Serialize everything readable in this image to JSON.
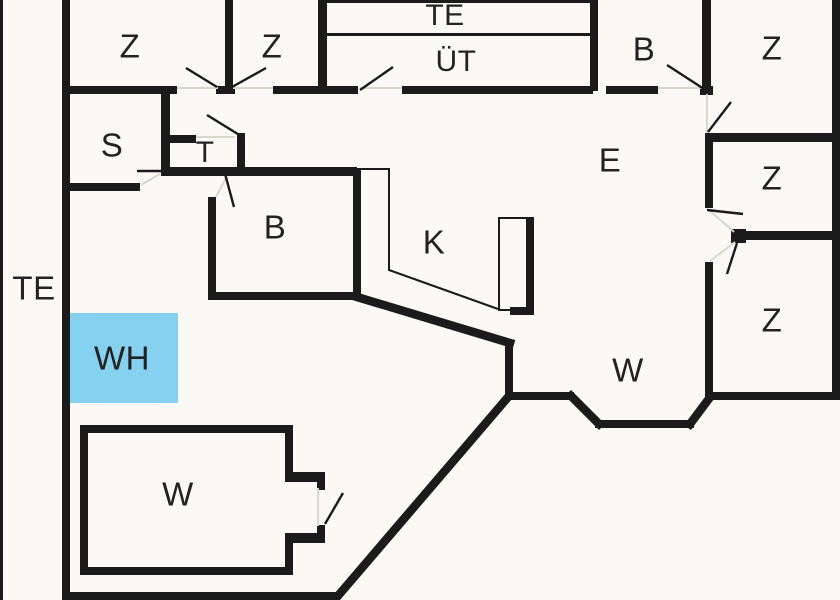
{
  "plan": {
    "background": "#faf9f5",
    "wall_color": "#1b1b1b",
    "opening_line_color": "#d9d6cd",
    "label_color": "#222222",
    "highlight_fill": "#85d1ef",
    "labels": [
      {
        "id": "z-top-left",
        "text": "Z"
      },
      {
        "id": "z-top-middle",
        "text": "Z"
      },
      {
        "id": "te-top-balcony",
        "text": "TE"
      },
      {
        "id": "uet-room",
        "text": "ÜT"
      },
      {
        "id": "b-top-right",
        "text": "B"
      },
      {
        "id": "z-top-right",
        "text": "Z"
      },
      {
        "id": "s-room",
        "text": "S"
      },
      {
        "id": "t-room",
        "text": "T"
      },
      {
        "id": "e-hall",
        "text": "E"
      },
      {
        "id": "z-mid-right",
        "text": "Z"
      },
      {
        "id": "b-middle",
        "text": "B"
      },
      {
        "id": "k-kitchen",
        "text": "K"
      },
      {
        "id": "te-left-terrace",
        "text": "TE"
      },
      {
        "id": "z-lower-right",
        "text": "Z"
      },
      {
        "id": "wh-highlight",
        "text": "WH"
      },
      {
        "id": "w-middle",
        "text": "W"
      },
      {
        "id": "w-bottom",
        "text": "W"
      }
    ]
  }
}
